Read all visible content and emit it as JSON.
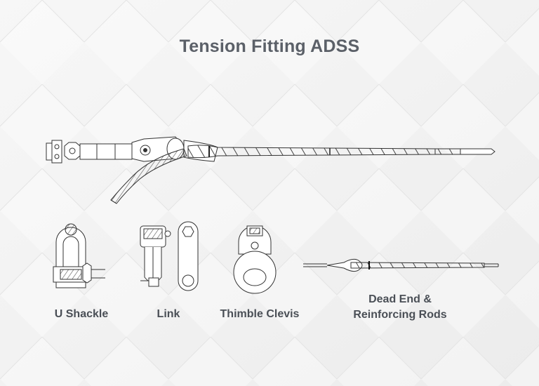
{
  "title": "Tension Fitting ADSS",
  "components": [
    {
      "label": "U Shackle"
    },
    {
      "label": "Link"
    },
    {
      "label": "Thimble Clevis"
    },
    {
      "label_line1": "Dead End &",
      "label_line2": "Reinforcing Rods"
    }
  ]
}
